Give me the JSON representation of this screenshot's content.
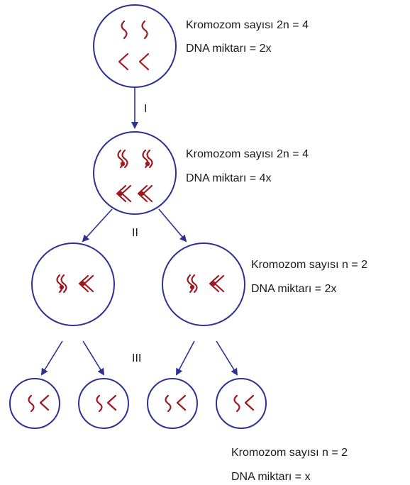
{
  "colors": {
    "cell_outline": "#2e3192",
    "arrow": "#2e3192",
    "chromosome": "#9b1b20",
    "text": "#1a1a1a"
  },
  "stages": {
    "roman_1": "I",
    "roman_2": "II",
    "roman_3": "III"
  },
  "labels": {
    "top": {
      "chromosome": "Kromozom sayısı 2n = 4",
      "dna": "DNA miktarı = 2x"
    },
    "second": {
      "chromosome": "Kromozom sayısı 2n = 4",
      "dna": "DNA miktarı = 4x"
    },
    "third": {
      "chromosome": "Kromozom sayısı n = 2",
      "dna": "DNA miktarı = 2x"
    },
    "bottom": {
      "chromosome": "Kromozom sayısı n = 2",
      "dna": "DNA miktarı = x"
    }
  }
}
